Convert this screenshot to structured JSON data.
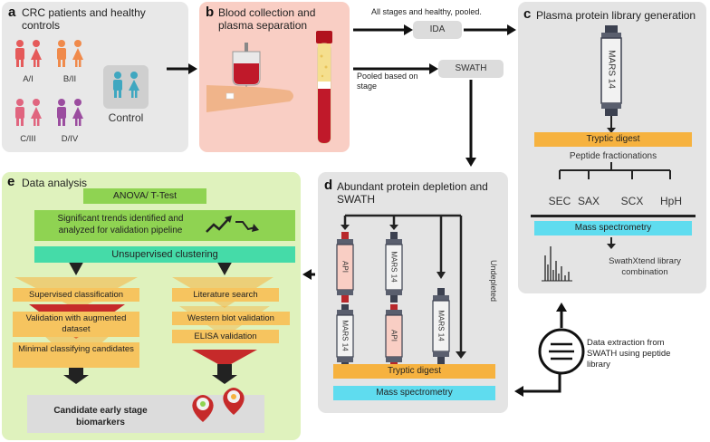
{
  "panel_a": {
    "letter": "a",
    "title": "CRC patients and healthy controls",
    "stages": [
      "A/I",
      "B/II",
      "C/III",
      "D/IV"
    ],
    "control_label": "Control"
  },
  "panel_b": {
    "letter": "b",
    "title": "Blood collection and plasma separation"
  },
  "flow": {
    "ida_note": "All stages and healthy, pooled.",
    "ida": "IDA",
    "swath_note": "Pooled based on stage",
    "swath": "SWATH"
  },
  "panel_c": {
    "letter": "c",
    "title": "Plasma protein library generation",
    "column": "MARS 14",
    "digest": "Tryptic digest",
    "fractionation": "Peptide fractionations",
    "methods": [
      "SEC",
      "SAX",
      "SCX",
      "HpH"
    ],
    "ms": "Mass spectrometry",
    "combine": "SwathXtend library combination"
  },
  "panel_d": {
    "letter": "d",
    "title": "Abundant protein depletion and SWATH",
    "columns": [
      "API",
      "MARS 14",
      "MARS 14",
      "API",
      "MARS 14"
    ],
    "undepleted": "Undepleted",
    "digest": "Tryptic digest",
    "ms": "Mass spectrometry"
  },
  "extraction": {
    "text": "Data extraction from SWATH using peptide library"
  },
  "panel_e": {
    "letter": "e",
    "title": "Data analysis",
    "anova": "ANOVA/ T-Test",
    "trends": "Significant trends identified and analyzed for validation pipeline",
    "clustering": "Unsupervised clustering",
    "left": [
      "Supervised classification",
      "Validation with augmented dataset",
      "Minimal classifying candidates"
    ],
    "right": [
      "Literature search",
      "Western blot validation",
      "ELISA validation"
    ],
    "result": "Candidate early stage biomarkers"
  },
  "colors": {
    "panel_a": "#e8e8e8",
    "panel_b": "#f9cec4",
    "panel_c": "#e4e4e4",
    "panel_d": "#e4e4e4",
    "panel_e": "#dff2bd",
    "orange": "#f6b23f",
    "cyan": "#5fdcef",
    "green": "#8fd352",
    "teal": "#45dba8",
    "dark_red": "#b1121d",
    "funnel_red": "#c62a2a"
  }
}
